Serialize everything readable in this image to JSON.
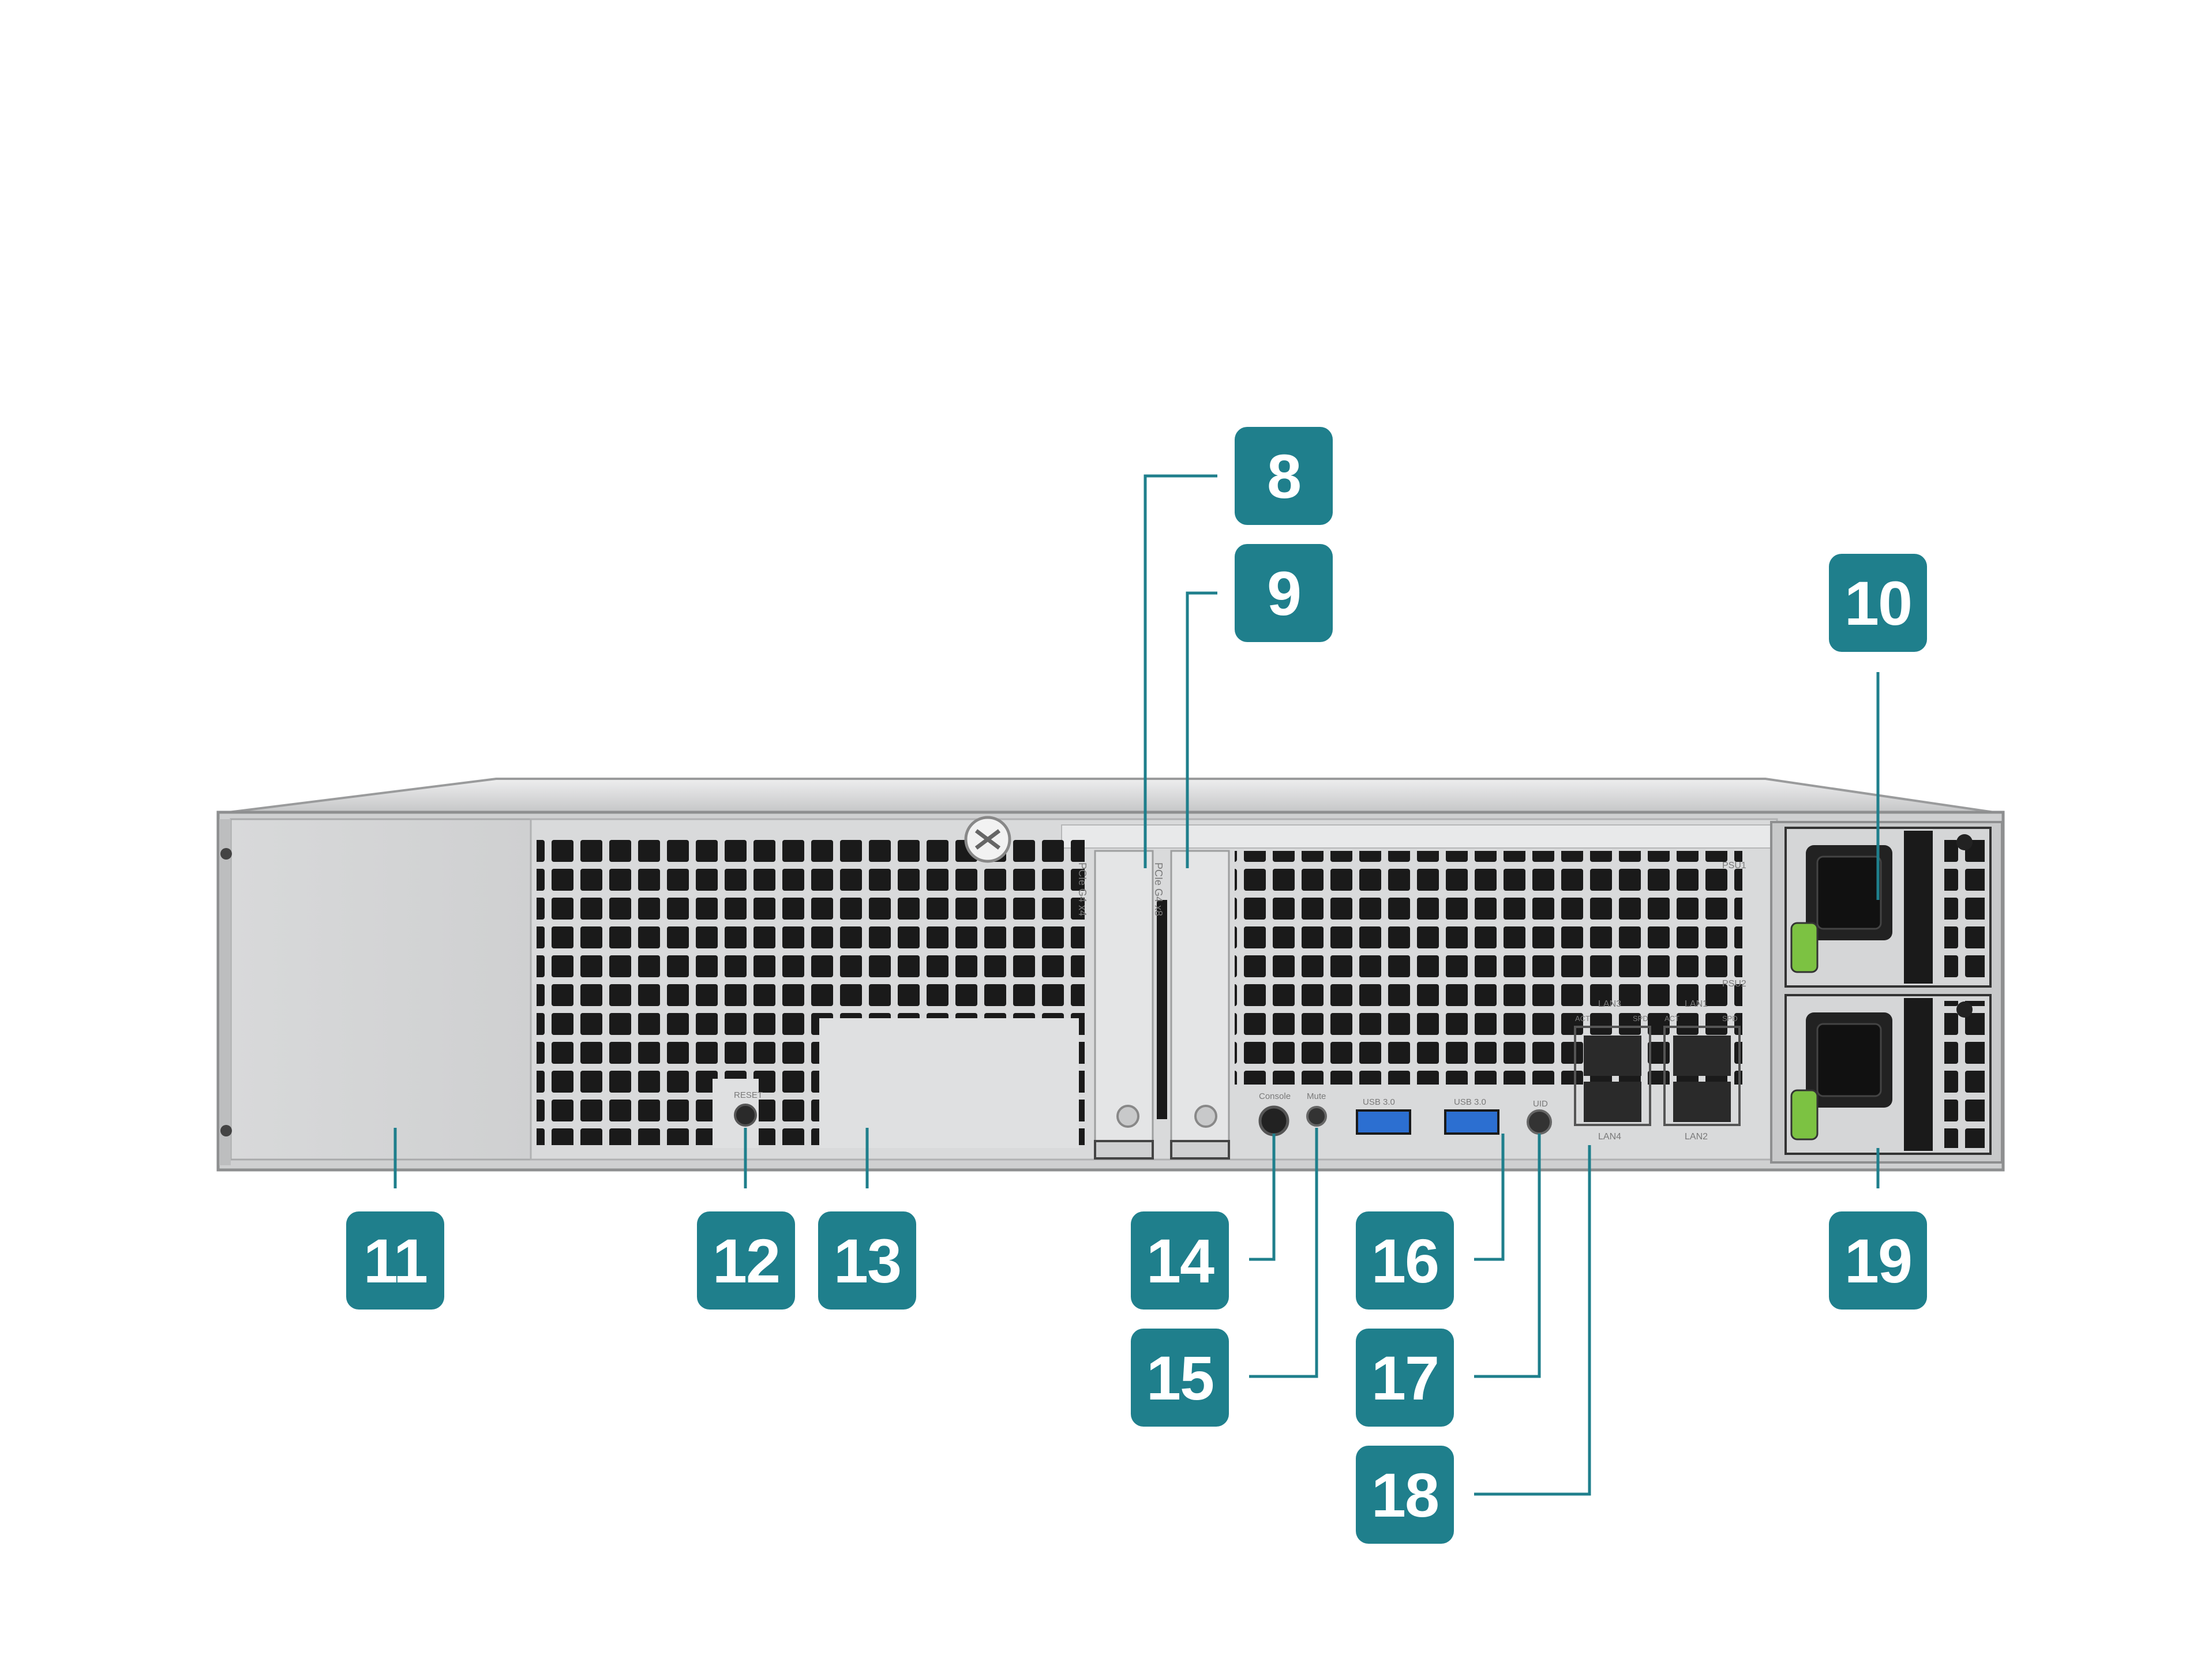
{
  "colors": {
    "callout": "#1f7f8c",
    "leader_line": "#1f7f8c",
    "chassis": "#c9cacb",
    "panel": "#e2e3e4",
    "vent_hole": "#1a1a1a",
    "usb_blue": "#2c6fd1",
    "psu_latch": "#7cc242"
  },
  "callouts": [
    {
      "id": "8",
      "label": "8"
    },
    {
      "id": "9",
      "label": "9"
    },
    {
      "id": "10",
      "label": "10"
    },
    {
      "id": "11",
      "label": "11"
    },
    {
      "id": "12",
      "label": "12"
    },
    {
      "id": "13",
      "label": "13"
    },
    {
      "id": "14",
      "label": "14"
    },
    {
      "id": "15",
      "label": "15"
    },
    {
      "id": "16",
      "label": "16"
    },
    {
      "id": "17",
      "label": "17"
    },
    {
      "id": "18",
      "label": "18"
    },
    {
      "id": "19",
      "label": "19"
    }
  ],
  "device_labels": {
    "reset": "RESET",
    "console": "Console",
    "mute": "Mute",
    "usb_left": "USB 3.0",
    "usb_right": "USB 3.0",
    "uid": "UID",
    "lan3": "LAN3",
    "lan4": "LAN4",
    "lan1": "LAN1",
    "lan2": "LAN2",
    "act_left": "ACT",
    "spd_left": "SPD",
    "act_right": "ACT",
    "spd_right": "SPD",
    "psu1": "PSU1",
    "psu2": "PSU2",
    "pcie_slot1": "PCIe G4 x4",
    "pcie_slot2": "PCIe G4 x8"
  },
  "icons": {
    "power_inlet": "iec-c14-inlet-icon",
    "thumbscrew": "thumbscrew-icon",
    "ethernet_port": "rj45-port-icon",
    "usb_port": "usb-a-port-icon"
  }
}
